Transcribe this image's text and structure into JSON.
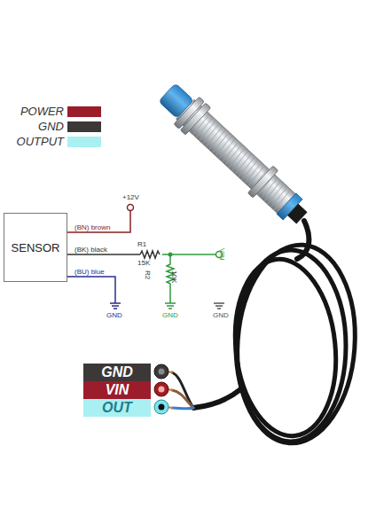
{
  "diagram": {
    "nodes": [
      {
        "text": [
          "SENSOR"
        ]
      },
      {
        "text": [
          "GND"
        ]
      },
      {
        "text": [
          "VIN"
        ]
      },
      {
        "text": [
          "OUT"
        ]
      }
    ],
    "labels": [
      "+12V",
      "(BN) brown",
      "(BK) black",
      "(BU) blue",
      "R1",
      "15K",
      "R2",
      "10K",
      "VIN",
      "GND",
      "GND",
      "GND"
    ],
    "legend": [
      {
        "text": "POWER",
        "color": "#9b1c2b"
      },
      {
        "text": "GND",
        "color": "#3c3838"
      },
      {
        "text": "OUTPUT",
        "color": "#a8f0f2"
      }
    ]
  }
}
